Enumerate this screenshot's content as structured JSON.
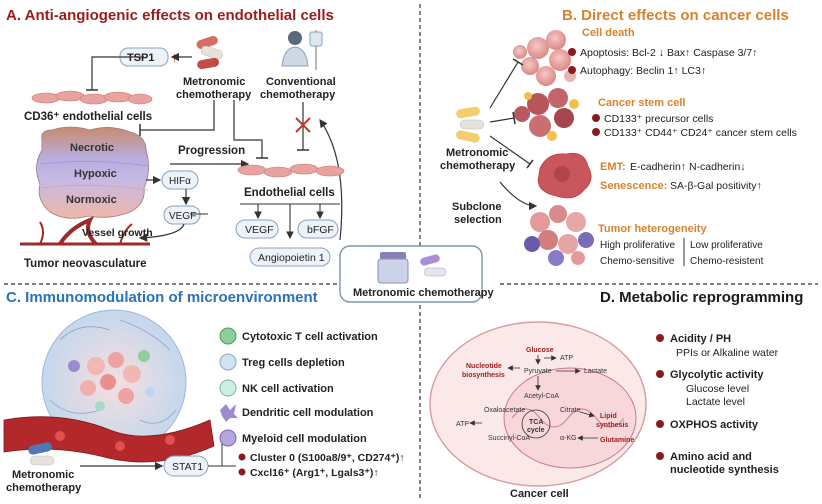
{
  "colors": {
    "red_title": "#9b1c1c",
    "orange_title": "#d9822b",
    "blue_title": "#2a73b8",
    "black_title": "#1a1a1a",
    "arrow_red": "#c0392b",
    "bullet": "#8b1a1a",
    "cell_pink": "#e8a3a0"
  },
  "panelA": {
    "title": "A. Anti-angiogenic effects on endothelial cells",
    "tsp1": "TSP1",
    "metro_label_1": "Metronomic",
    "metro_label_2": "chemotherapy",
    "conv_label_1": "Conventional",
    "conv_label_2": "chemotherapy",
    "cd36_label": "CD36⁺ endothelial cells",
    "necrotic": "Necrotic",
    "hypoxic": "Hypoxic",
    "normoxic": "Normoxic",
    "progression": "Progression",
    "hifa": "HIFα",
    "vegf_small": "VEGF",
    "vessel_growth": "Vessel growth",
    "tumor_neo": "Tumor neovasculature",
    "endo_cells": "Endothelial cells",
    "vegf": "VEGF",
    "bfgf": "bFGF",
    "angiopoietin": "Angiopoietin 1"
  },
  "center": {
    "label": "Metronomic chemotherapy"
  },
  "panelB": {
    "title": "B. Direct effects on cancer cells",
    "cell_death": "Cell death",
    "apoptosis": "Apoptosis: Bcl-2 ↓ Bax↑ Caspase 3/7↑",
    "autophagy": "Autophagy: Beclin 1↑ LC3↑",
    "csc": "Cancer stem cell",
    "csc1": "CD133⁺ precursor cells",
    "csc2": "CD133⁺ CD44⁺ CD24⁺ cancer stem cells",
    "metro_1": "Metronomic",
    "metro_2": "chemotherapy",
    "emt": "EMT:",
    "emt_text": "E-cadherin↑ N-cadherin↓",
    "senescence": "Senescence:",
    "sen_text": "SA-β-Gal positivity↑",
    "subclone_1": "Subclone",
    "subclone_2": "selection",
    "heterogeneity": "Tumor heterogeneity",
    "high_prolif": "High proliferative",
    "low_prolif": "Low proliferative",
    "chemo_sens": "Chemo-sensitive",
    "chemo_res": "Chemo-resistent"
  },
  "panelC": {
    "title": "C. Immunomodulation of microenvironment",
    "items": [
      "Cytotoxic T cell activation",
      "Treg cells depletion",
      "NK cell activation",
      "Dendritic cell modulation",
      "Myeloid cell modulation"
    ],
    "cluster": "Cluster 0 (S100a8/9⁺, CD274⁺)↑",
    "cxcl": "Cxcl16⁺ (Arg1⁺, Lgals3⁺)↑",
    "stat1": "STAT1",
    "metro_1": "Metronomic",
    "metro_2": "chemotherapy"
  },
  "panelD": {
    "title": "D. Metabolic reprogramming",
    "cancer_cell": "Cancer cell",
    "glucose": "Glucose",
    "atp_top": "ATP",
    "pyruvate": "Pyruvate",
    "lactate": "Lactate",
    "nucleotide_1": "Nucleotide",
    "nucleotide_2": "biosynthesis",
    "acetyl": "Acetyl-CoA",
    "oxaloacetate": "Oxaloacetate",
    "citrate": "Citrate",
    "atp_left": "ATP",
    "tca_1": "TCA",
    "tca_2": "cycle",
    "lipid_1": "Lipid",
    "lipid_2": "synthesis",
    "succinyl": "Succinyl-CoA",
    "akg": "α-KG",
    "glutamine": "Glutamine",
    "bullets": [
      {
        "head": "Acidity / PH",
        "sub": [
          "PPIs or Alkaline water"
        ]
      },
      {
        "head": "Glycolytic activity",
        "sub": [
          "Glucose level",
          "Lactate level"
        ]
      },
      {
        "head": "OXPHOS activity",
        "sub": []
      },
      {
        "head": "Amino acid and",
        "sub": []
      },
      {
        "head": "nucleotide synthesis",
        "sub": []
      }
    ]
  }
}
